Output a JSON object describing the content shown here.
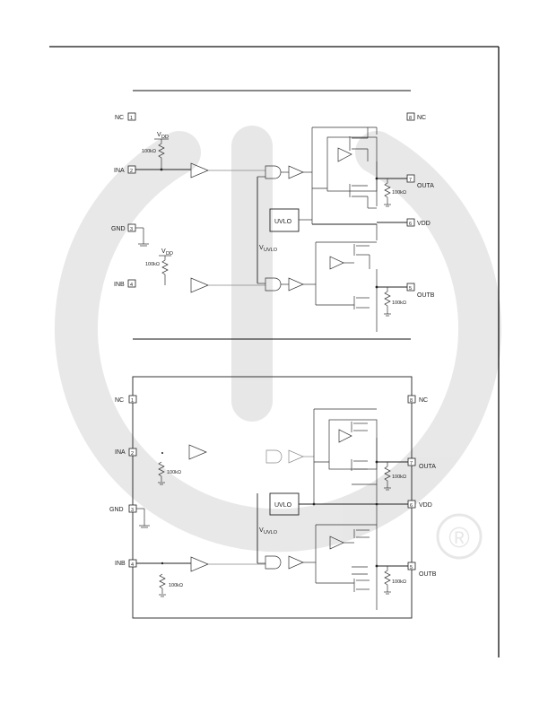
{
  "diagram1": {
    "pins_left": [
      {
        "num": "1",
        "label": "NC"
      },
      {
        "num": "2",
        "label": "INA"
      },
      {
        "num": "3",
        "label": "GND"
      },
      {
        "num": "4",
        "label": "INB"
      }
    ],
    "pins_right": [
      {
        "num": "8",
        "label": "NC"
      },
      {
        "num": "7",
        "label": "OUTA"
      },
      {
        "num": "6",
        "label": "VDD"
      },
      {
        "num": "5",
        "label": "OUTB"
      }
    ],
    "vdd_label": "V",
    "vdd_sub": "DD",
    "res_label": "100kΩ",
    "uvlo": "UVLO",
    "vuvlo_label": "V",
    "vuvlo_sub": "UVLO",
    "out_res": "100kΩ"
  },
  "diagram2": {
    "pins_left": [
      {
        "num": "1",
        "label": "NC"
      },
      {
        "num": "2",
        "label": "INA"
      },
      {
        "num": "3",
        "label": "GND"
      },
      {
        "num": "4",
        "label": "INB"
      }
    ],
    "pins_right": [
      {
        "num": "8",
        "label": "NC"
      },
      {
        "num": "7",
        "label": "OUTA"
      },
      {
        "num": "6",
        "label": "VDD"
      },
      {
        "num": "5",
        "label": "OUTB"
      }
    ],
    "res_label": "100kΩ",
    "uvlo": "UVLO",
    "vuvlo_label": "V",
    "vuvlo_sub": "UVLO",
    "out_res": "100kΩ"
  },
  "watermark": {
    "registered": "®"
  }
}
